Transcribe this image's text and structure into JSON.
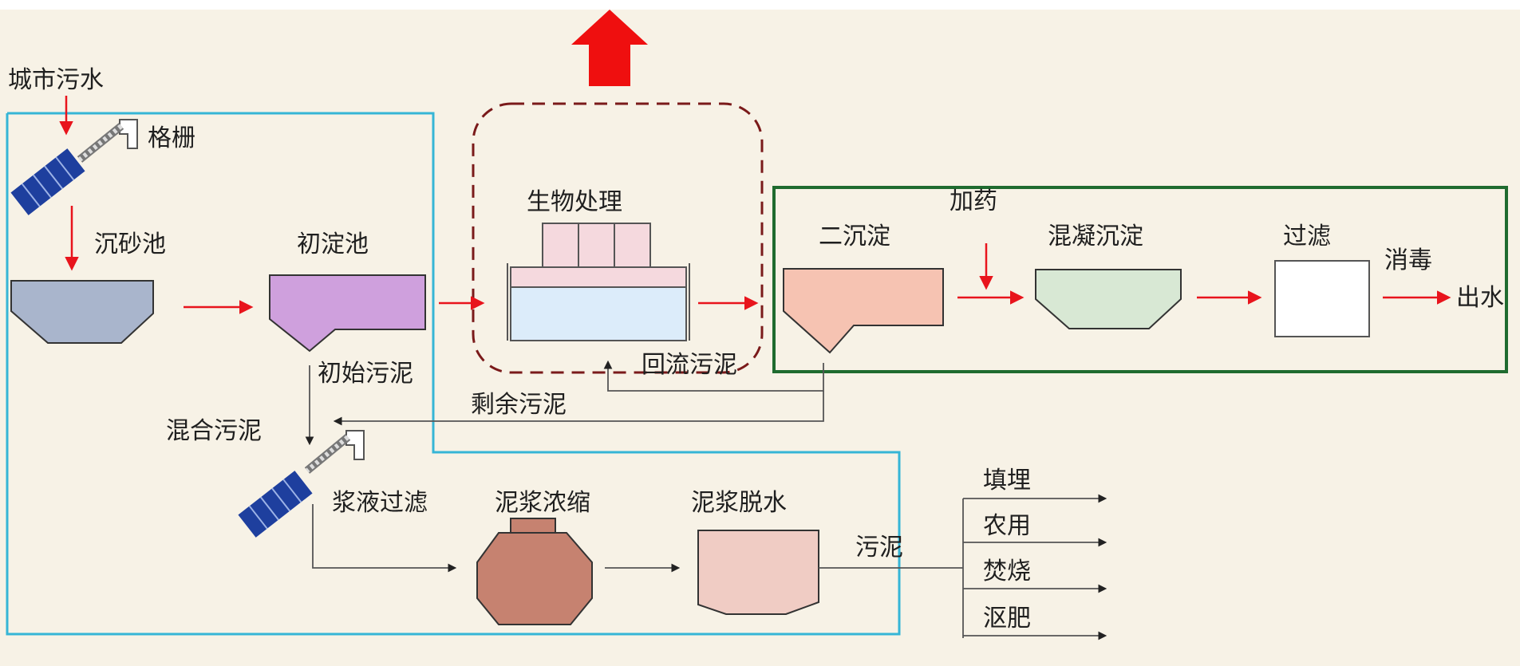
{
  "labels": {
    "city_sewage": "城市污水",
    "grating": "格栅",
    "grit_chamber": "沉砂池",
    "primary_clarifier": "初淀池",
    "bio_treatment": "生物处理",
    "dosing": "加药",
    "secondary_clarifier": "二沉淀",
    "coagulation": "混凝沉淀",
    "filtration": "过滤",
    "disinfection": "消毒",
    "effluent": "出水",
    "initial_sludge": "初始污泥",
    "return_sludge": "回流污泥",
    "excess_sludge": "剩余污泥",
    "mixed_sludge": "混合污泥",
    "slurry_filtration": "浆液过滤",
    "sludge_thickening": "泥浆浓缩",
    "sludge_dewatering": "泥浆脱水",
    "sludge": "污泥",
    "landfill": "填埋",
    "agricultural": "农用",
    "incineration": "焚烧",
    "composting": "沤肥"
  },
  "colors": {
    "background": "#f7f2e6",
    "flow_arrow": "#e8141c",
    "thin_line": "#555555",
    "cyan_box": "#36b5d6",
    "green_box": "#1f6b2f",
    "dashed_box": "#7a1a1a",
    "grit_tank": "#a9b5cc",
    "primary_tank": "#cfa0dd",
    "bio_tank": "#dcecfa",
    "bio_top": "#f5d9de",
    "secondary_tank": "#f6c3b2",
    "coag_tank": "#d8e8d4",
    "thicken_tank": "#c68270",
    "dewater_tank": "#f0ccc4",
    "screen_blue": "#1e3f9e"
  }
}
